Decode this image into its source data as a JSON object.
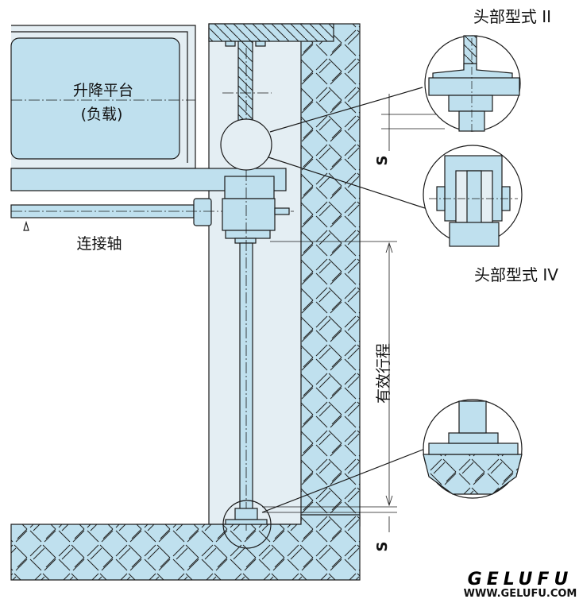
{
  "labels": {
    "platform": "升降平台",
    "load": "(负载)",
    "shaft": "连接轴",
    "head_type_2": "头部型式 II",
    "head_type_4": "头部型式 IV",
    "stroke": "有效行程",
    "s_top": "S",
    "s_bottom": "S"
  },
  "logo": {
    "brand": "GELUFU",
    "url": "WWW.GELUFU.COM"
  },
  "colors": {
    "fill": "#bfe0ee",
    "pale": "#e4eef3",
    "line": "#1a1a1a"
  }
}
